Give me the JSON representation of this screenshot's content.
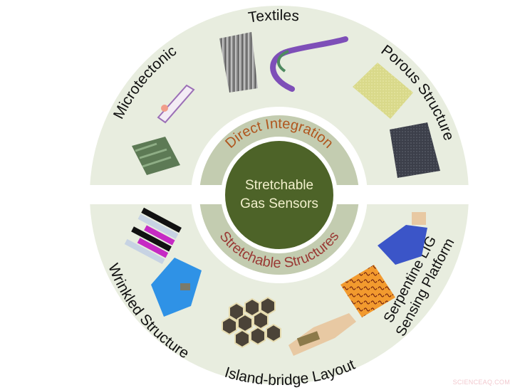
{
  "center": {
    "line1": "Stretchable",
    "line2": "Gas Sensors"
  },
  "middle_ring": {
    "top_label": "Direct Integration",
    "bottom_label": "Stretchable Structures"
  },
  "outer_ring": {
    "top_categories": [
      {
        "label": "Microtectonic"
      },
      {
        "label": "Textiles"
      },
      {
        "label": "Porous Structure"
      }
    ],
    "bottom_categories": [
      {
        "label": "Wrinkled Structure"
      },
      {
        "label": "Island-bridge Layout"
      },
      {
        "label": "Serpentine LIG",
        "label2": "Sensing Platform"
      }
    ]
  },
  "colors": {
    "outer_ring": "#e8eddf",
    "middle_ring": "#c3ccb0",
    "center": "#4d6328",
    "center_text": "#f2f0cc",
    "direct_integration_text": "#b0561e",
    "stretchable_structures_text": "#9a3a35",
    "outer_text": "#111111"
  },
  "watermark": "SCIENCEAQ.COM"
}
